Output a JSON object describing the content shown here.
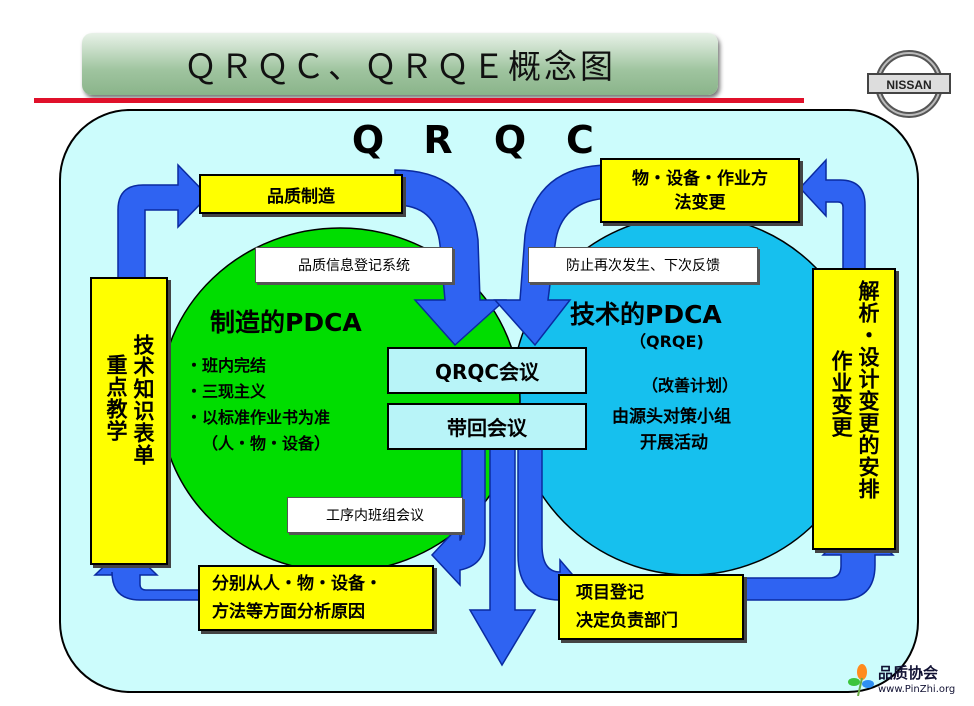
{
  "title": "ＱＲＱＣ、ＱＲＱＥ概念图",
  "logo_text": "NISSAN",
  "center_title": [
    "Q",
    "R",
    "Q",
    "C"
  ],
  "left_circle": {
    "heading": "制造的PDCA",
    "bullets": [
      "・班内完结",
      "・三现主义",
      "・以标准作业书为准"
    ],
    "sub": "（人・物・设备）"
  },
  "right_circle": {
    "heading": "技术的PDCA",
    "sub": "（QRQE)",
    "plan": "（改善计划）",
    "activity_1": "由源头对策小组",
    "activity_2": "开展活动"
  },
  "boxes": {
    "quality_making": "品质制造",
    "change_line1": "物・设备・作业方",
    "change_line2": "法变更",
    "info_register": "品质信息登记系统",
    "prevent_feedback": "防止再次发生、下次反馈",
    "qrqc_meeting": "QRQC会议",
    "bring_back_meeting": "带回会议",
    "process_meeting": "工序内班组会议",
    "analysis_line1": "分别从人・物・设备・",
    "analysis_line2": "方法等方面分析原因",
    "project_line1": "项目登记",
    "project_line2": "决定负责部门",
    "left_vertical_1": "技术知识表单",
    "left_vertical_2": "重点教学",
    "right_vertical_1": "解析・设计变更的安排",
    "right_vertical_2": "作业变更"
  },
  "watermark": {
    "name": "品质协会",
    "url": "www.PinZhi.org"
  },
  "colors": {
    "outer_panel": "#ccfcfc",
    "left_circle": "#00dd00",
    "right_circle": "#16c0ee",
    "arrow": "#2f63f2",
    "yellow_box": "#ffff00",
    "center_box": "#b8f4f8",
    "red_line": "#e0102a"
  }
}
